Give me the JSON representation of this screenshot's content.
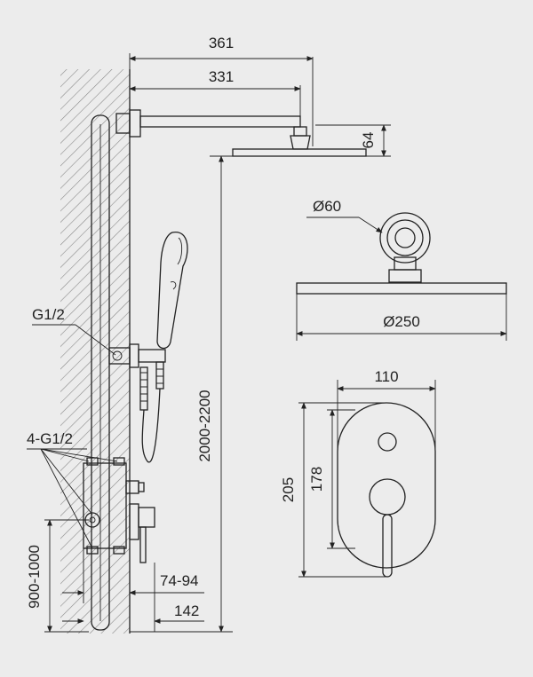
{
  "dimensions": {
    "arm_total": "361",
    "arm_to_head": "331",
    "head_thickness": "64",
    "mount_diameter": "Ø60",
    "head_diameter": "Ø250",
    "valve_width": "110",
    "valve_height_outer": "205",
    "valve_height_inner": "178",
    "column_height": "2000-2200",
    "valve_mount_height": "900-1000",
    "valve_depth_range": "74-94",
    "valve_depth": "142"
  },
  "thread_labels": {
    "holder": "G1/2",
    "valve": "4-G1/2"
  },
  "colors": {
    "background": "#ececec",
    "line": "#222222"
  }
}
